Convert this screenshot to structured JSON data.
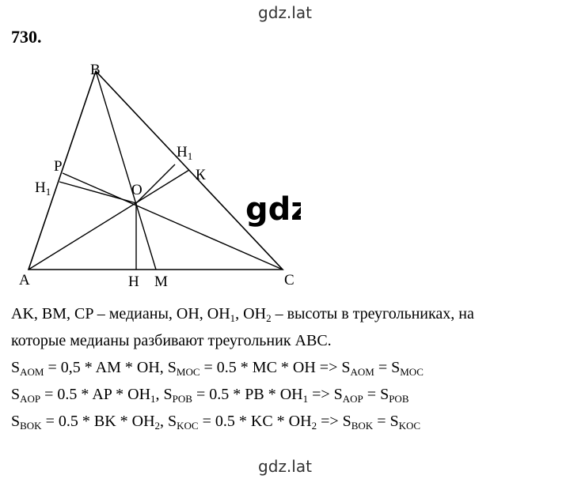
{
  "watermark": "gdz.lat",
  "problem_number": "730.",
  "figure": {
    "labels": {
      "B": "B",
      "P": "P",
      "H1_left_base": "H",
      "H1_left_sub": "1",
      "O": "O",
      "H1_right_base": "H",
      "H1_right_sub": "1",
      "K": "К",
      "A": "A",
      "H": "H",
      "M": "M",
      "C": "C"
    }
  },
  "text": {
    "line1": {
      "p1": "AK, BM, CP – медианы, OH, OH",
      "s1": "1",
      "p2": ", OH",
      "s2": "2",
      "p3": " – высоты в треугольниках, на"
    },
    "line2": "которые медианы разбивают треугольник ABC.",
    "line3": {
      "t1": "S",
      "s1": "AOM",
      "t2": " = 0,5 * AM * OH, S",
      "s2": "MOC",
      "t3": " = 0.5 * MC * OH => S",
      "s3": "AOM",
      "t4": " = S",
      "s4": "MOC"
    },
    "line4": {
      "t1": "S",
      "s1": "AOP",
      "t2": " = 0.5 * AP * OH",
      "s2": "1",
      "t3": ", S",
      "s3": "POB",
      "t4": " = 0.5 * PB * OH",
      "s4": "1",
      "t5": " => S",
      "s5": "AOP",
      "t6": " = S",
      "s6": "POB"
    },
    "line5": {
      "t1": "S",
      "s1": "BOK",
      "t2": " = 0.5 * BK * OH",
      "s2": "2",
      "t3": ", S",
      "s3": "KOC",
      "t4": " = 0.5 * KC * OH",
      "s4": "2",
      "t5": " => S",
      "s5": "BOK",
      "t6": " = S",
      "s6": "KOC"
    }
  }
}
